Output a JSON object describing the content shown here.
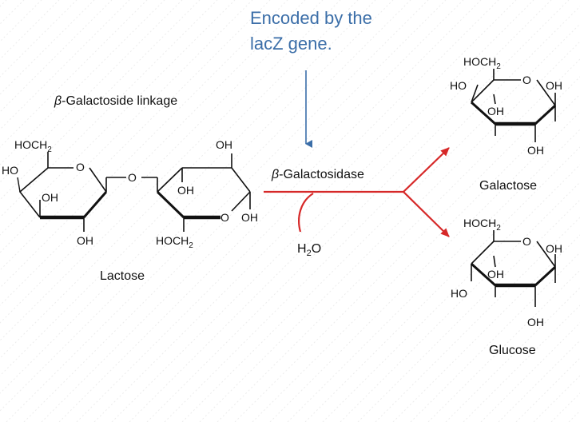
{
  "callout": {
    "line1": "Encoded by the",
    "line2": "lacZ gene.",
    "color": "#3b6ea8"
  },
  "labels": {
    "linkage_beta": "β",
    "linkage_text": "-Galactoside linkage",
    "enzyme_beta": "β",
    "enzyme_text": "-Galactosidase",
    "water_h": "H",
    "water_sub": "2",
    "water_o": "O",
    "lactose": "Lactose",
    "galactose": "Galactose",
    "glucose": "Glucose"
  },
  "chem": {
    "hoch": "HOCH",
    "sub2": "2",
    "ho": "HO",
    "oh": "OH",
    "o": "O"
  },
  "colors": {
    "arrow": "#d62828",
    "bond": "#111111",
    "callout_arrow": "#3b6ea8"
  },
  "icons": [
    "down-arrow-icon",
    "curved-arrow-icon",
    "branch-arrow-icon"
  ]
}
